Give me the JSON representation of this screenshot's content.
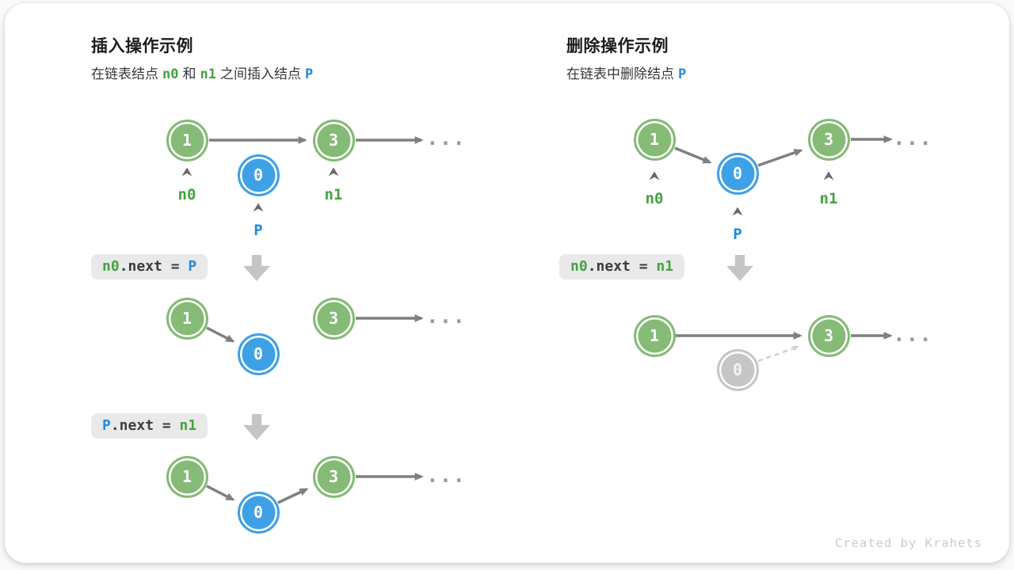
{
  "credit": "Created by Krahets",
  "colors": {
    "node_green": "#85BA77",
    "node_blue": "#3EA1E6",
    "node_gray": "#C6C6C6",
    "text_green": "#44A340",
    "text_blue": "#1E8BDB",
    "arrow_gray": "#7F7F7F",
    "dashed_gray": "#CFCFCF",
    "code_bg": "#E9E9E9"
  },
  "insert": {
    "title": "插入操作示例",
    "subtitle": {
      "p0": "在链表结点",
      "t1": "n0",
      "p1": "和",
      "t2": "n1",
      "p2": "之间插入结点",
      "t3": "P"
    },
    "code1": {
      "a": "n0",
      "b": ".next = ",
      "c": "P"
    },
    "code2": {
      "a": "P",
      "b": ".next = ",
      "c": "n1"
    },
    "label_n0": "n0",
    "label_n1": "n1",
    "label_p": "P",
    "node1": "1",
    "node0": "0",
    "node3": "3",
    "ellipsis": "..."
  },
  "delete": {
    "title": "删除操作示例",
    "subtitle": {
      "p0": "在链表中删除结点",
      "t1": "P"
    },
    "code1": {
      "a": "n0",
      "b": ".next = ",
      "c": "n1"
    },
    "label_n0": "n0",
    "label_n1": "n1",
    "label_p": "P",
    "node1": "1",
    "node0": "0",
    "node3": "3",
    "ellipsis": "..."
  }
}
